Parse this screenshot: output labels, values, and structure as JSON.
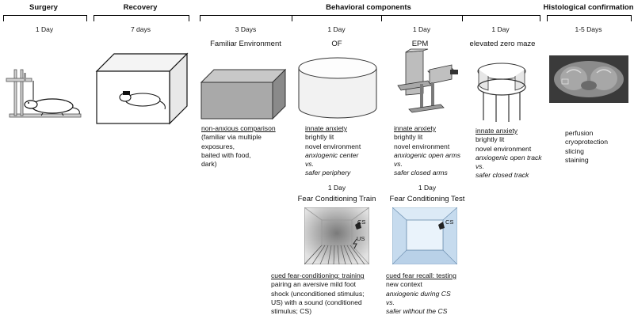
{
  "headers": {
    "surgery": "Surgery",
    "recovery": "Recovery",
    "behavioral": "Behavioral components",
    "histological": "Histological confirmation"
  },
  "durations": {
    "surgery": "1 Day",
    "recovery": "7 days",
    "familiar": "3 Days",
    "of": "1 Day",
    "epm": "1 Day",
    "ezm": "1 Day",
    "histo": "1-5 Days",
    "fc_train": "1 Day",
    "fc_test": "1 Day"
  },
  "labels": {
    "familiar": "Familiar Environment",
    "of": "OF",
    "epm": "EPM",
    "ezm": "elevated zero maze",
    "fc_train": "Fear Conditioning Train",
    "fc_test": "Fear Conditioning Test",
    "cs": "CS",
    "us": "US"
  },
  "familiar": {
    "title": "non-anxious comparison",
    "lines": [
      "(familiar via multiple",
      "exposures,",
      "baited with food,",
      "dark)"
    ]
  },
  "of": {
    "title": "innate anxiety",
    "lines": [
      "brightly lit",
      "novel environment"
    ],
    "italic": [
      "anxiogenic center",
      "vs.",
      "safer periphery"
    ]
  },
  "epm": {
    "title": "innate anxiety",
    "lines": [
      "brightly lit",
      "novel environment"
    ],
    "italic": [
      "anxiogenic open arms",
      "vs.",
      "safer closed arms"
    ]
  },
  "ezm": {
    "title": "innate anxiety",
    "lines": [
      "brightly lit",
      "novel environment"
    ],
    "italic": [
      "anxiogenic open track",
      "vs.",
      "safer closed track"
    ]
  },
  "histo": {
    "lines": [
      "perfusion",
      "cryoprotection",
      "slicing",
      "staining"
    ]
  },
  "fc_train": {
    "title": "cued fear-conditioning: training",
    "lines": [
      "pairing an aversive  mild foot",
      "shock (unconditioned stimulus;",
      "US)  with a sound (conditioned",
      "stimulus; CS)"
    ]
  },
  "fc_test": {
    "title": "cued fear recall: testing",
    "lines": [
      "new context"
    ],
    "italic": [
      "anxiogenic during CS",
      "vs.",
      "safer without the CS"
    ]
  }
}
